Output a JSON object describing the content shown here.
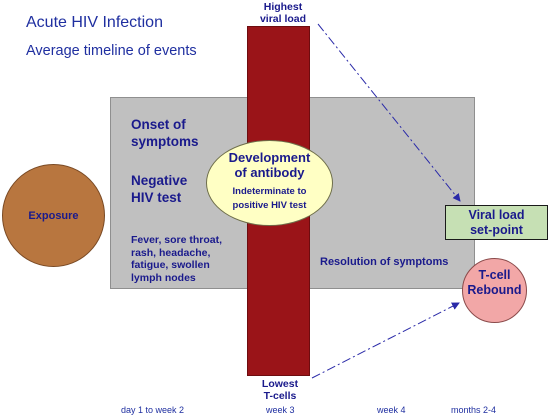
{
  "header": {
    "title": "Acute HIV Infection",
    "subtitle": "Average timeline of events"
  },
  "labels": {
    "highest_viral_load_l1": "Highest",
    "highest_viral_load_l2": "viral load",
    "lowest_tcells_l1": "Lowest",
    "lowest_tcells_l2": "T-cells",
    "onset_l1": "Onset of",
    "onset_l2": "symptoms",
    "negative_l1": "Negative",
    "negative_l2": "HIV test",
    "symptoms_l1": "Fever, sore throat,",
    "symptoms_l2": "rash, headache,",
    "symptoms_l3": "fatigue, swollen",
    "symptoms_l4": "lymph nodes",
    "resolution": "Resolution of symptoms",
    "antibody_l1": "Development",
    "antibody_l2": "of antibody",
    "indeterminate_l1": "Indeterminate to",
    "indeterminate_l2": "positive HIV test",
    "exposure": "Exposure",
    "setpoint_l1": "Viral load",
    "setpoint_l2": "set-point",
    "rebound_l1": "T-cell",
    "rebound_l2": "Rebound"
  },
  "timeline": {
    "t1": "day 1 to week 2",
    "t2": "week 3",
    "t3": "week 4",
    "t4": "months 2-4"
  },
  "colors": {
    "text": "#1a1a8c",
    "bar": "#9a1418",
    "box": "#c0c0c0",
    "ellipse": "#ffffc4",
    "exposure": "#b8763f",
    "setpoint": "#c6e0b4",
    "rebound": "#f2a7a7",
    "arrow": "#2a2aa8"
  }
}
